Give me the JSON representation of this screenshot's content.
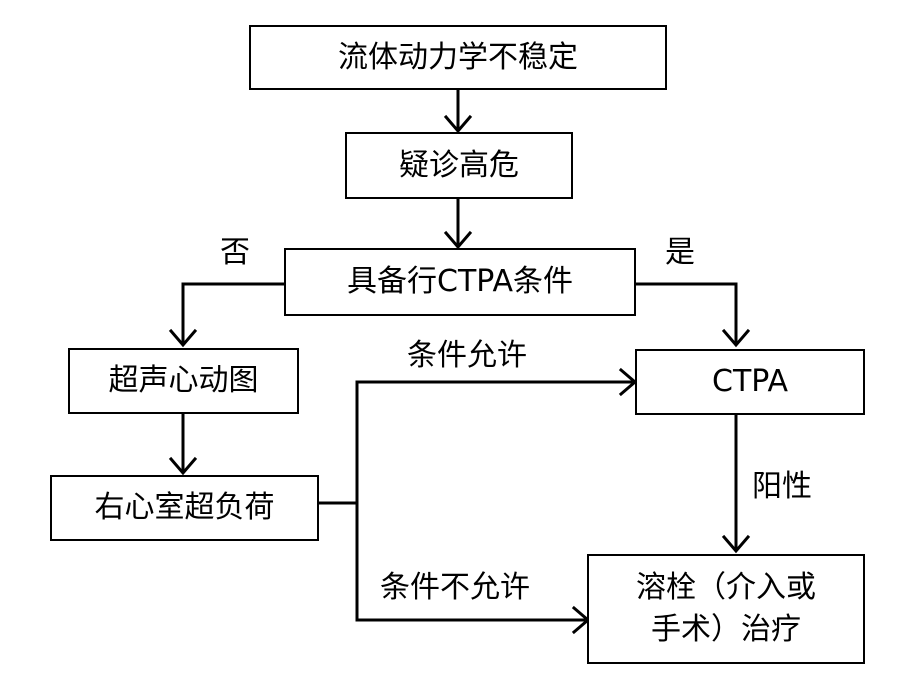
{
  "nodes": {
    "instability": "流体动力学不稳定",
    "suspected_high_risk": "疑诊高危",
    "ctpa_condition": "具备行CTPA条件",
    "echo": "超声心动图",
    "rv_overload": "右心室超负荷",
    "ctpa": "CTPA",
    "thrombolysis": "溶栓（介入或\n手术）治疗"
  },
  "edge_labels": {
    "no": "否",
    "yes": "是",
    "condition_allowed": "条件允许",
    "positive": "阳性",
    "condition_not_allowed": "条件不允许"
  }
}
